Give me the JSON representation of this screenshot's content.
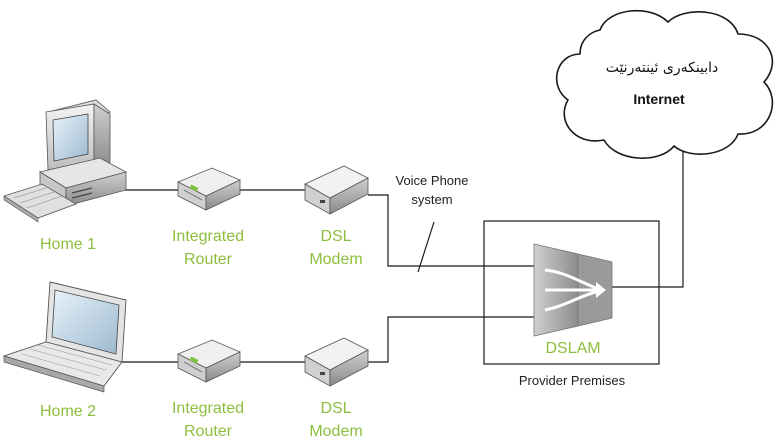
{
  "labels": {
    "home1": "Home 1",
    "home2": "Home 2",
    "router1_line1": "Integrated",
    "router1_line2": "Router",
    "router2_line1": "Integrated",
    "router2_line2": "Router",
    "modem1_line1": "DSL",
    "modem1_line2": "Modem",
    "modem2_line1": "DSL",
    "modem2_line2": "Modem",
    "voice_line1": "Voice Phone",
    "voice_line2": "system",
    "dslam": "DSLAM",
    "provider": "Provider Premises",
    "cloud_kurdish": "دابینکەری ئینتەرنێت",
    "cloud_english": "Internet"
  },
  "colors": {
    "label_green": "#8cbf3f",
    "wire": "#1a1a1a"
  },
  "icons": [
    "desktop-computer-icon",
    "laptop-icon",
    "router-icon",
    "dsl-modem-icon",
    "dslam-icon",
    "internet-cloud-icon"
  ]
}
